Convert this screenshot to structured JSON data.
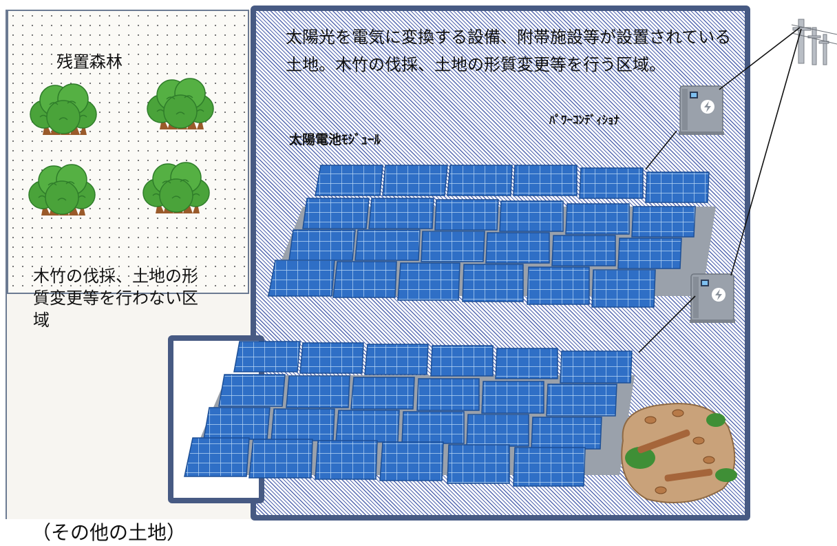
{
  "forest": {
    "title": "残置森林",
    "description": "木竹の伐採、土地の形質変更等を行わない区域"
  },
  "facility": {
    "description": "太陽光を電気に変換する設備、附帯施設等が設置されている土地。木竹の伐採、土地の形質変更等を行う区域。",
    "module_label": "太陽電池ﾓｼﾞｭｰﾙ",
    "pcs_label": "ﾊﾟﾜｰｺﾝﾃﾞｨｼｮﾅ"
  },
  "other_land": {
    "label": "（その他の土地）"
  },
  "colors": {
    "frame": "#475a83",
    "hatch": "#5468b0",
    "panel": "#2f6fc6",
    "tree": "#4aa33a",
    "trunk": "#9a5a2a"
  },
  "icons": [
    "tree-icon",
    "solar-panel-icon",
    "power-conditioner-icon",
    "utility-pole-icon",
    "cleared-land-icon"
  ]
}
